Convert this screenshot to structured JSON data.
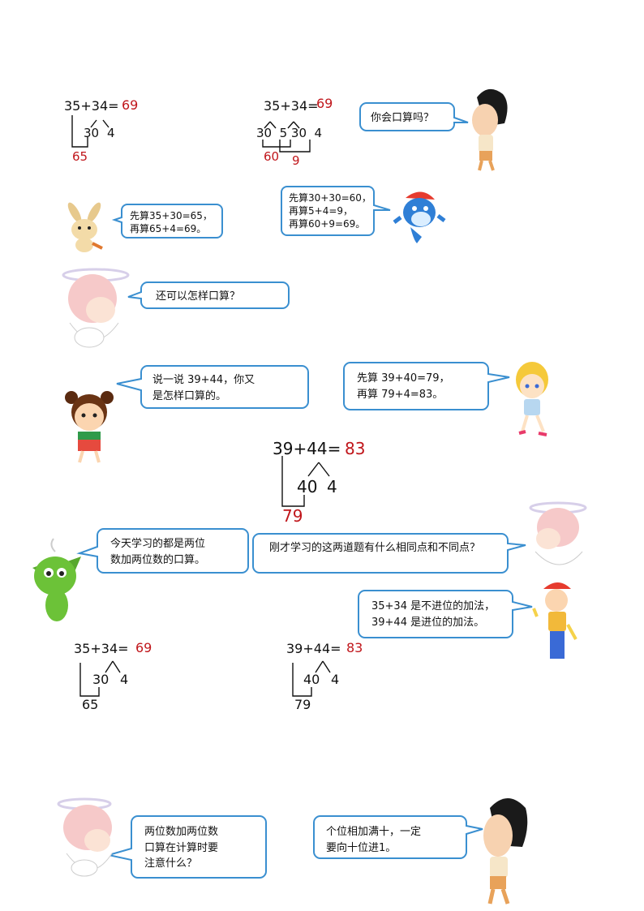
{
  "problem1_left": {
    "eq": "35+34=",
    "ans": "69",
    "split_a": "30",
    "split_b": "4",
    "sum": "65"
  },
  "problem1_right": {
    "eq": "35+34=",
    "ans": "69",
    "split": "30  5 30  4",
    "tens": "60",
    "ones": "9"
  },
  "bubbles": {
    "q_oral": "你会口算吗？",
    "rabbit": [
      "先算35+30=65，",
      "再算65+4=69。"
    ],
    "dolphin": [
      "先算30+30=60，",
      "再算5+4=9，",
      "再算60+9=69。"
    ],
    "angel_q": "还可以怎样口算？",
    "girl_q": [
      "说一说 39+44，你又",
      "是怎样口算的。"
    ],
    "blonde": [
      "先算 39+40=79，",
      "再算 79+4=83。"
    ],
    "goblin": [
      "今天学习的都是两位",
      "数加两位数的口算。"
    ],
    "angel_q2": "刚才学习的这两道题有什么相同点和不同点？",
    "boy_ans": [
      "35+34 是不进位的加法，",
      "39+44 是进位的加法。"
    ],
    "angel_q3": [
      "两位数加两位数",
      "口算在计算时要",
      "注意什么？"
    ],
    "boy_ans2": [
      "个位相加满十，一定",
      "要向十位进1。"
    ]
  },
  "problem2": {
    "eq": "39+44=",
    "ans": "83",
    "split_a": "40",
    "split_b": "4",
    "sum": "79"
  },
  "compare_left": {
    "eq": "35+34=",
    "ans": "69",
    "split_a": "30",
    "split_b": "4",
    "sum": "65"
  },
  "compare_right": {
    "eq": "39+44=",
    "ans": "83",
    "split_a": "40",
    "split_b": "4",
    "sum": "79"
  },
  "colors": {
    "bubble_border": "#3a8fd0",
    "answer_red": "#c0161b"
  }
}
